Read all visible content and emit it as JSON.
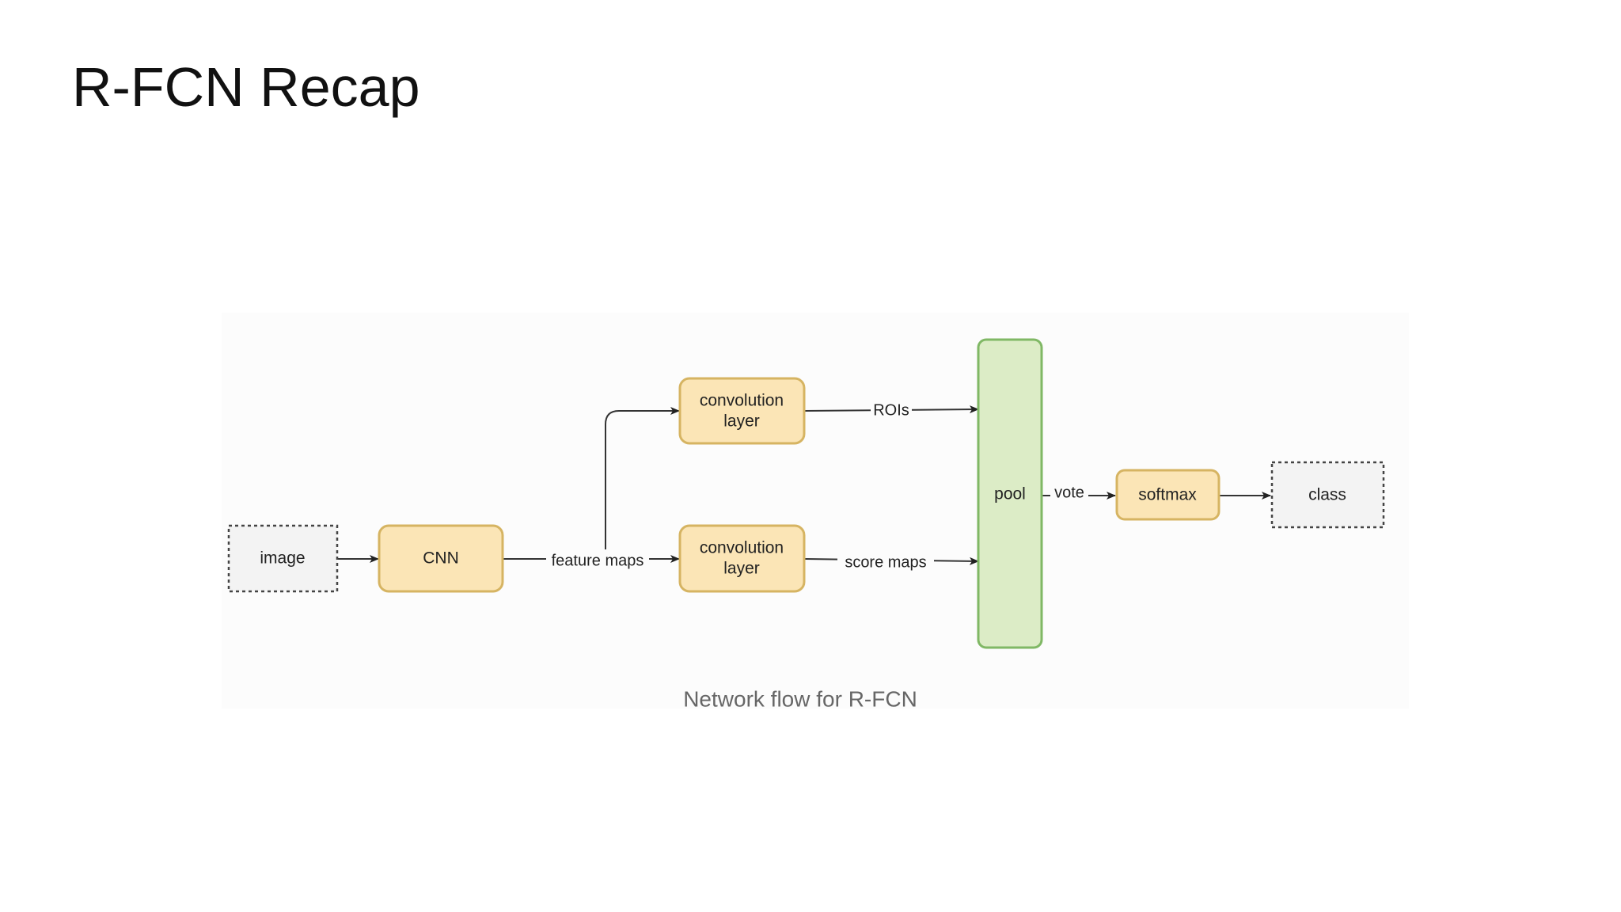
{
  "slide": {
    "title": "R-FCN Recap"
  },
  "diagram": {
    "nodes": {
      "image": "image",
      "cnn": "CNN",
      "conv_top": [
        "convolution",
        "layer"
      ],
      "conv_bottom": [
        "convolution",
        "layer"
      ],
      "pool": "pool",
      "softmax": "softmax",
      "class": "class"
    },
    "edges": {
      "feature_maps": "feature maps",
      "rois": "ROIs",
      "score_maps": "score maps",
      "vote": "vote"
    },
    "caption": "Network flow for R-FCN"
  },
  "colors": {
    "process_fill": "#fbe5b6",
    "process_stroke": "#d6b462",
    "pool_fill": "#dcecc6",
    "pool_stroke": "#80b865",
    "io_fill": "#f3f3f3"
  }
}
